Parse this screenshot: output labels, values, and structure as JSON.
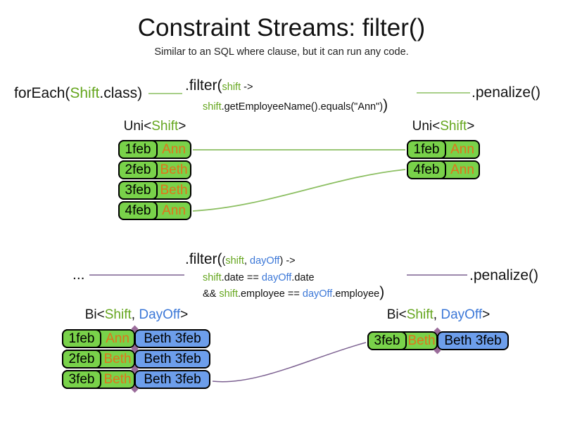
{
  "slide": {
    "title": "Constraint Streams: filter()",
    "subtitle": "Similar to an SQL where clause, but it can run any code."
  },
  "colors": {
    "cell_green": "#79d24a",
    "cell_blue": "#6d9eeb",
    "text_green": "#65a61e",
    "text_blue": "#3c78d8",
    "text_orange": "#e0741c",
    "line_green": "#8cbf62",
    "line_purple": "#7c6191",
    "diamond_purple": "#9a6b9a"
  },
  "flow1": {
    "foreach_pre": "forEach(",
    "foreach_type": "Shift",
    "foreach_post": ".class)",
    "filter_method": ".filter(",
    "filter_param": "shift",
    "filter_arrow": " ->",
    "body_param": "shift",
    "body_rest": ".getEmployeeName().equals(\"Ann\")",
    "body_close": ")",
    "penalize": ".penalize()",
    "left_table": {
      "label_pre": "Uni<",
      "label_type": "Shift",
      "label_post": ">",
      "rows": [
        {
          "date": "1feb",
          "name": "Ann"
        },
        {
          "date": "2feb",
          "name": "Beth"
        },
        {
          "date": "3feb",
          "name": "Beth"
        },
        {
          "date": "4feb",
          "name": "Ann"
        }
      ]
    },
    "right_table": {
      "label_pre": "Uni<",
      "label_type": "Shift",
      "label_post": ">",
      "rows": [
        {
          "date": "1feb",
          "name": "Ann"
        },
        {
          "date": "4feb",
          "name": "Ann"
        }
      ]
    }
  },
  "flow2": {
    "source": "...",
    "filter_method": ".filter(",
    "p_open": "(",
    "param1": "shift",
    "p_comma": ", ",
    "param2": "dayOff",
    "p_close": ")",
    "arrow": " ->",
    "l2_p1": "shift",
    "l2_mid": ".date == ",
    "l2_p2": "dayOff",
    "l2_end": ".date",
    "l3_pre": "&& ",
    "l3_p1": "shift",
    "l3_mid": ".employee == ",
    "l3_p2": "dayOff",
    "l3_end": ".employee",
    "l3_close": ")",
    "penalize": ".penalize()",
    "left_table": {
      "label_pre": "Bi<",
      "label_shift": "Shift",
      "label_comma": ", ",
      "label_dayoff": "DayOff",
      "label_post": ">",
      "rows": [
        {
          "date": "1feb",
          "name": "Ann",
          "pair": "Beth 3feb"
        },
        {
          "date": "2feb",
          "name": "Beth",
          "pair": "Beth 3feb"
        },
        {
          "date": "3feb",
          "name": "Beth",
          "pair": "Beth 3feb"
        }
      ]
    },
    "right_table": {
      "label_pre": "Bi<",
      "label_shift": "Shift",
      "label_comma": ", ",
      "label_dayoff": "DayOff",
      "label_post": ">",
      "rows": [
        {
          "date": "3feb",
          "name": "Beth",
          "pair": "Beth 3feb"
        }
      ]
    }
  }
}
